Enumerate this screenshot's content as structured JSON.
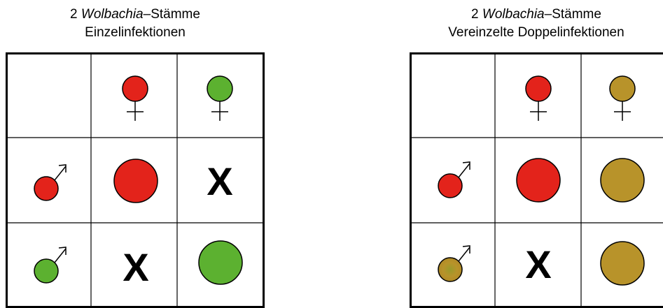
{
  "panels": [
    {
      "title": {
        "prefix": "2 ",
        "genus": "Wolbachia",
        "suffix": "–Stämme",
        "subtitle": "Einzelinfektionen"
      },
      "colors": {
        "strain_a": "#e3231b",
        "strain_b": "#5cb130"
      },
      "cross_symbol": "X",
      "rows": [
        {
          "cells": [
            "empty",
            "female-red",
            "female-green"
          ]
        },
        {
          "cells": [
            "male-red",
            "offspring-red",
            "incompatible"
          ]
        },
        {
          "cells": [
            "male-green",
            "incompatible",
            "offspring-green"
          ]
        }
      ]
    },
    {
      "title": {
        "prefix": "2 ",
        "genus": "Wolbachia",
        "suffix": "–Stämme",
        "subtitle": "Vereinzelte Doppelinfektionen"
      },
      "colors": {
        "strain_a": "#e3231b",
        "strain_double": "#b8932a"
      },
      "cross_symbol": "X",
      "rows": [
        {
          "cells": [
            "empty",
            "female-red",
            "female-gold"
          ]
        },
        {
          "cells": [
            "male-red",
            "offspring-red",
            "offspring-gold"
          ]
        },
        {
          "cells": [
            "male-gold",
            "incompatible",
            "offspring-gold"
          ]
        }
      ]
    }
  ]
}
